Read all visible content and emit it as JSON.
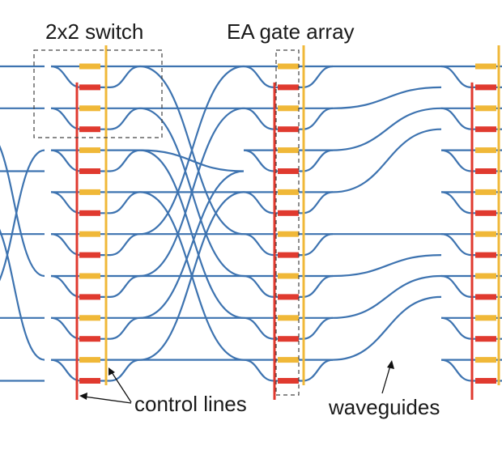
{
  "labels": {
    "switch": "2x2 switch",
    "gate_array": "EA gate array",
    "control_lines": "control lines",
    "waveguides": "waveguides"
  },
  "colors": {
    "waveguide": "#3d73b0",
    "control_line_red": "#e03a2f",
    "control_line_yellow": "#f0b838",
    "gate_red": "#e03a2f",
    "gate_yellow": "#f0b838",
    "text": "#1a1a1a"
  },
  "structure": {
    "waveguide_count": 16,
    "gate_columns": 3,
    "gates_per_column": 16
  }
}
